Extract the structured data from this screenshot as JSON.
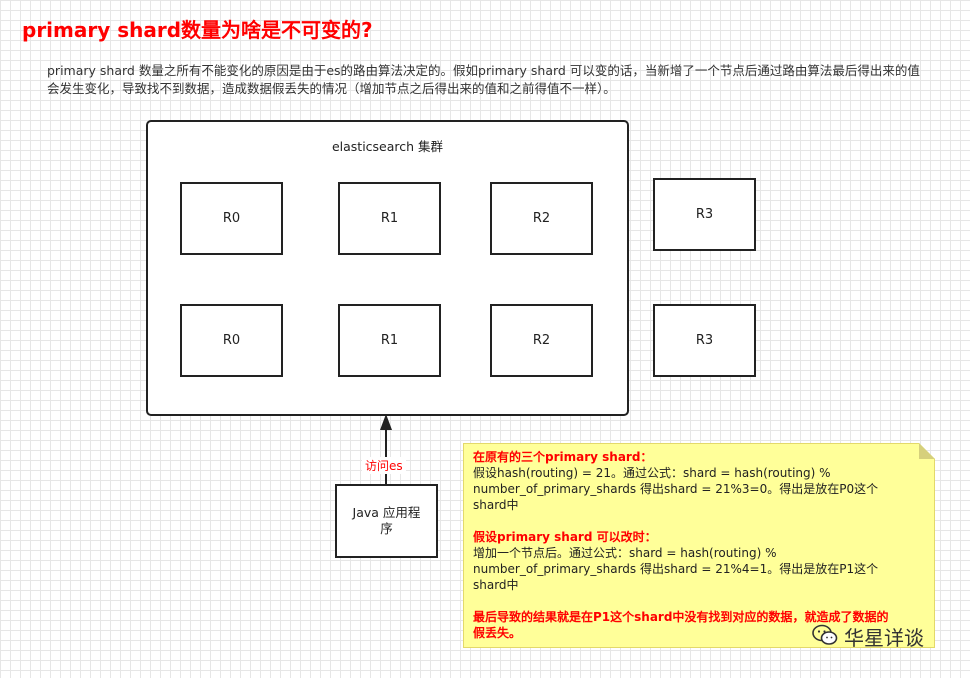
{
  "title": "primary shard数量为啥是不可变的?",
  "intro": {
    "line1": "primary shard 数量之所有不能变化的原因是由于es的路由算法决定的。假如primary shard 可以变的话，当新增了一个节点后通过路由算法最后得出来的值",
    "line2": "会发生变化，导致找不到数据，造成数据假丢失的情况（增加节点之后得出来的值和之前得值不一样）。"
  },
  "cluster": {
    "label": "elasticsearch 集群",
    "row1": [
      "R0",
      "R1",
      "R2"
    ],
    "row2": [
      "R0",
      "R1",
      "R2"
    ]
  },
  "new_nodes": [
    "R3",
    "R3"
  ],
  "edge_label": "访问es",
  "app": {
    "line1": "Java 应用程",
    "line2": "序"
  },
  "note": {
    "heading1": "在原有的三个primary shard：",
    "body1_line1": "假设hash(routing) = 21。通过公式：shard = hash(routing) %",
    "body1_line2": "number_of_primary_shards 得出shard = 21%3=0。得出是放在P0这个",
    "body1_line3": "shard中",
    "heading2": "假设primary shard 可以改时：",
    "body2_line1": "增加一个节点后。通过公式：shard = hash(routing) %",
    "body2_line2": "number_of_primary_shards 得出shard = 21%4=1。得出是放在P1这个",
    "body2_line3": "shard中",
    "conclusion_line1": "最后导致的结果就是在P1这个shard中没有找到对应的数据，就造成了数据的",
    "conclusion_line2": "假丢失。"
  },
  "watermark": {
    "text": "华星详谈",
    "icon": "wechat-icon"
  },
  "colors": {
    "accent_red": "#ff0000",
    "note_bg": "#ffff99"
  }
}
